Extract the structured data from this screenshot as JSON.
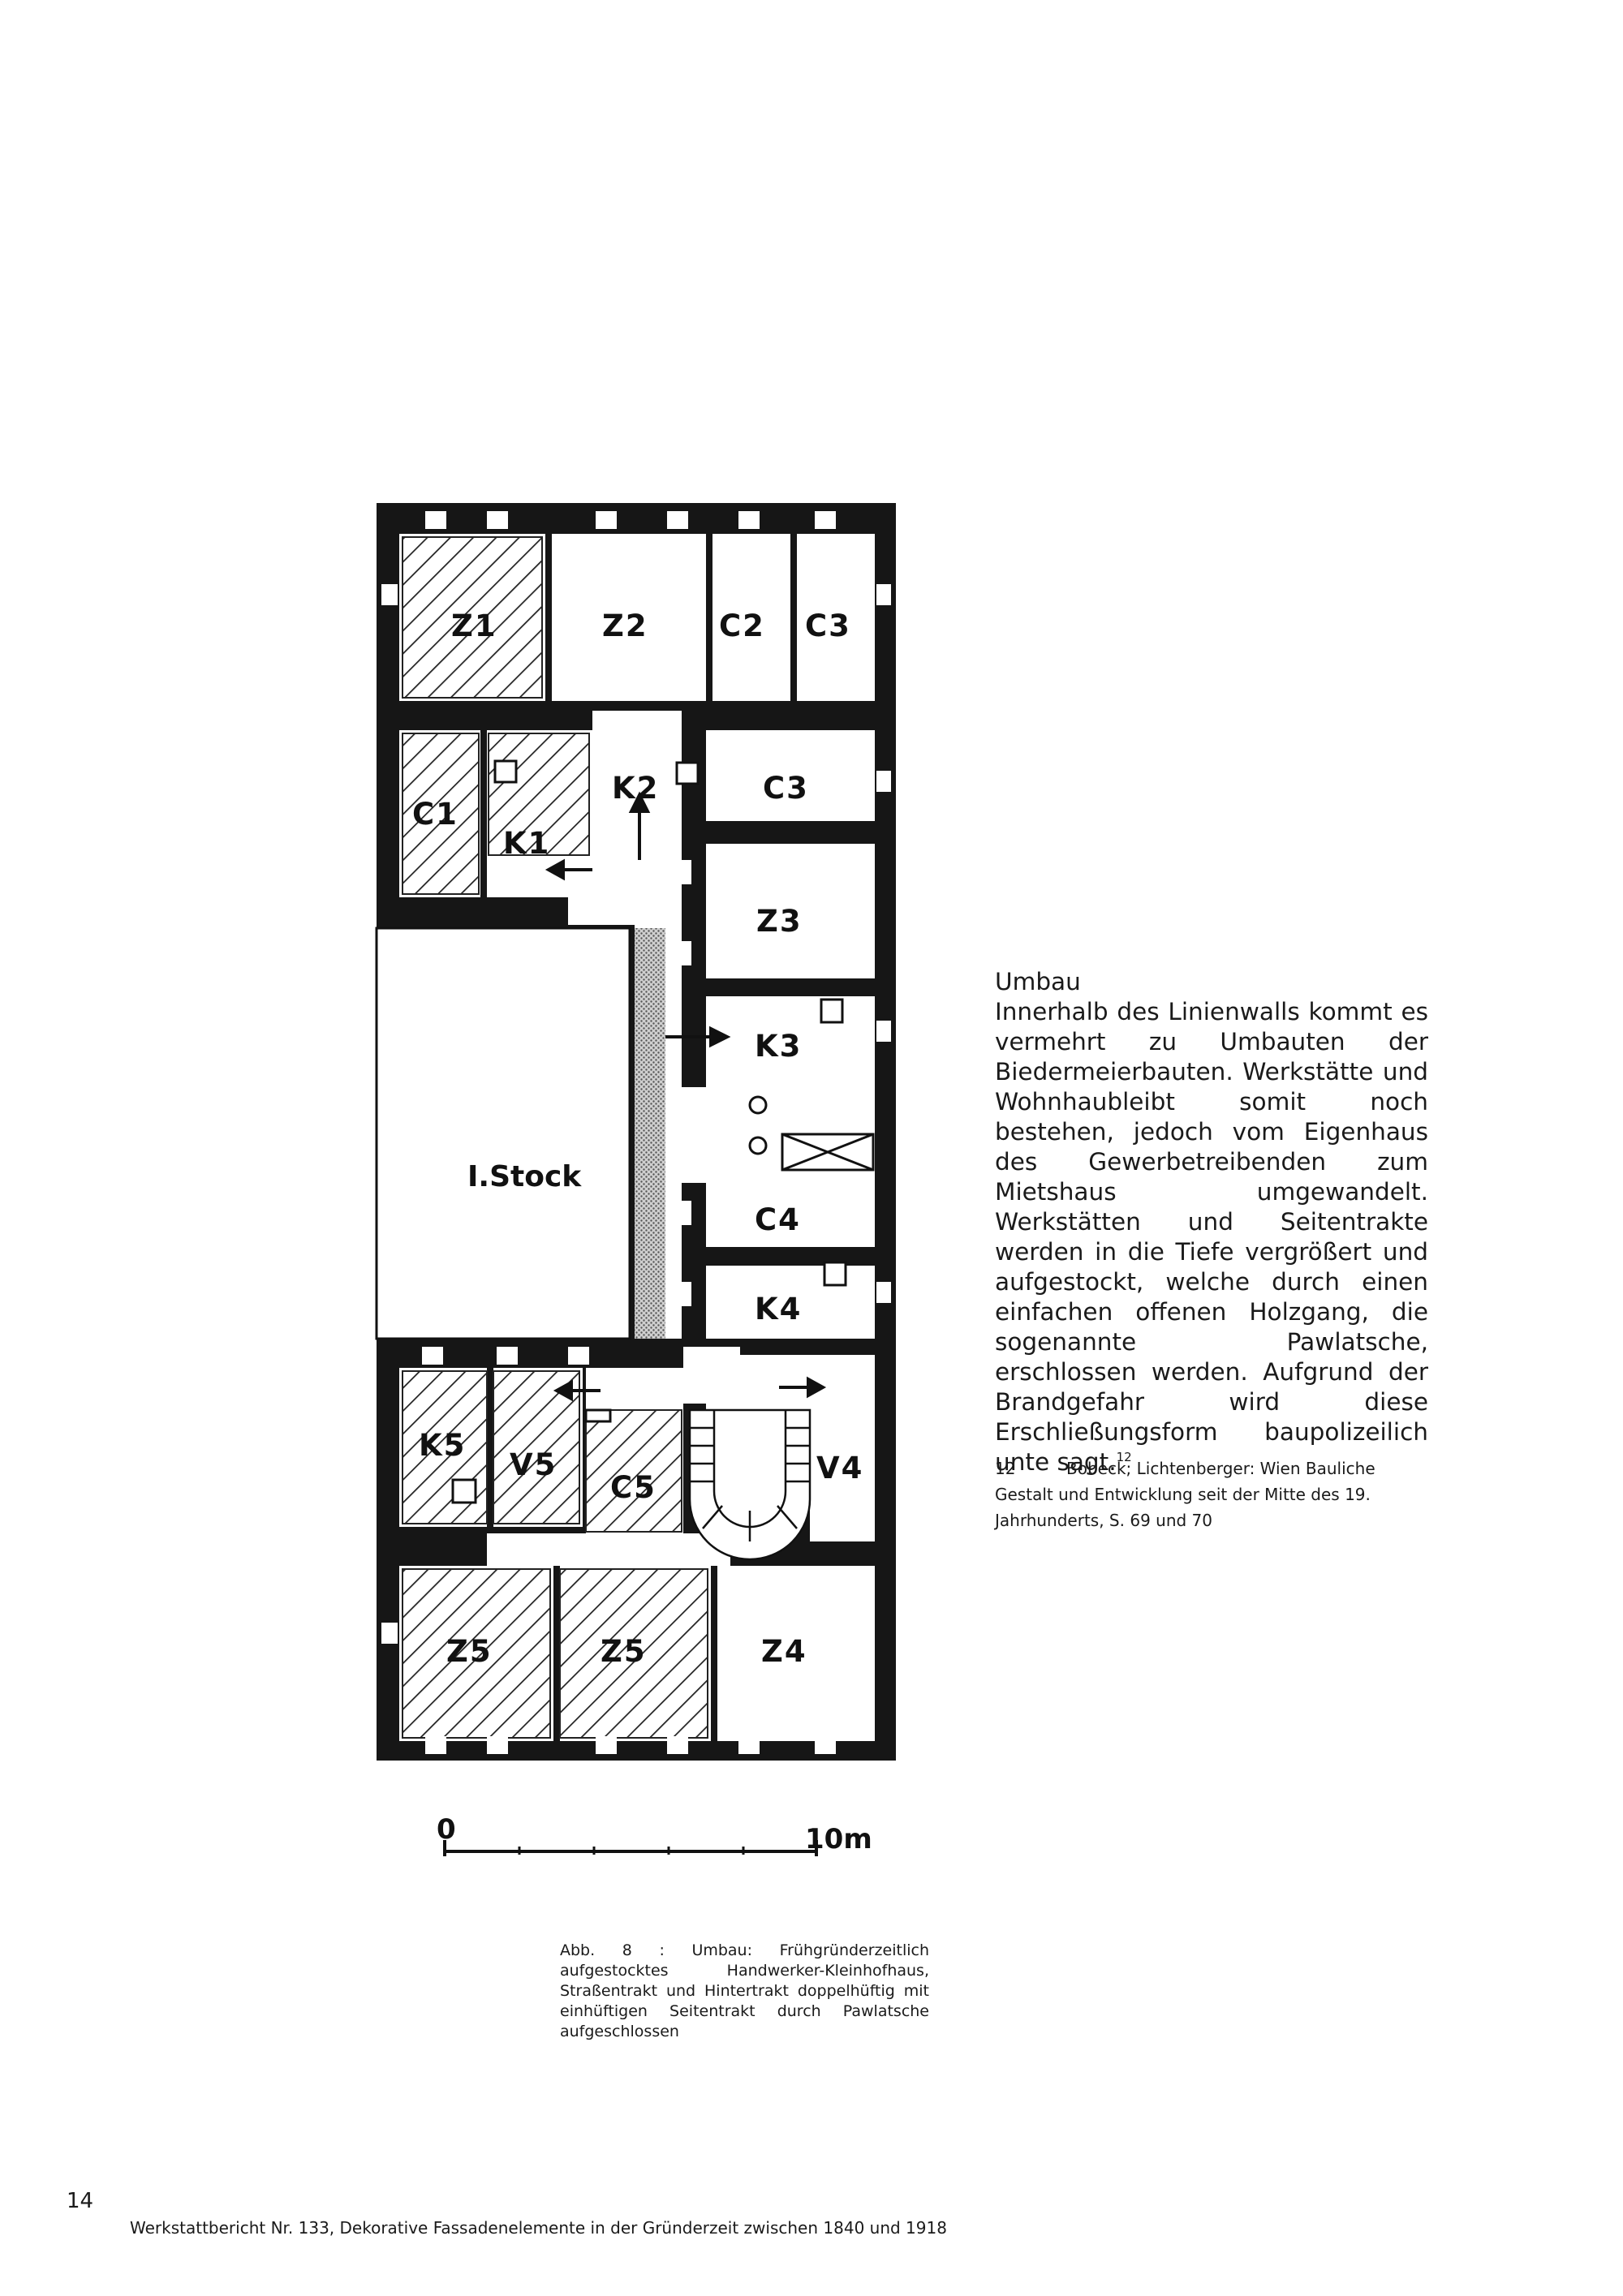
{
  "floor_plan": {
    "room_labels": [
      "Z1",
      "Z2",
      "C2",
      "C3",
      "C1",
      "K1",
      "K2",
      "C3",
      "Z3",
      "K3",
      "C4",
      "K4",
      "K5",
      "V5",
      "C5",
      "V4",
      "Z5",
      "Z5",
      "Z4"
    ],
    "courtyard_label": "I.Stock",
    "scale_start": "0",
    "scale_end": "10m"
  },
  "article": {
    "heading": "Umbau",
    "body": "Innerhalb des Linienwalls kommt es vermehrt zu Umbauten der Biedermeierbauten. Werkstätte und Wohnhaubleibt somit noch bestehen, jedoch vom Eigenhaus des Gewerbetreibenden zum Mietshaus umgewandelt. Werkstätten und Seitentrakte werden in die Tiefe vergrößert und aufgestockt, welche durch einen einfachen offenen Holzgang, die sogenannte Pawlatsche, erschlossen werden. Aufgrund der Brandgefahr wird diese Erschließungsform baupolizeilich unte sagt.",
    "footnote_ref": "12"
  },
  "footnote": {
    "number": "12",
    "text": "Bobeck; Lichtenberger: Wien Bauliche Gestalt und Entwicklung seit der Mitte des 19. Jahrhunderts, S. 69 und 70"
  },
  "caption": "Abb. 8 : Umbau: Frühgründerzeitlich aufgestocktes Handwerker-Kleinhofhaus, Straßentrakt und Hintertrakt doppelhüftig mit einhüftigen Seitentrakt durch Pawlatsche aufgeschlossen",
  "page_number": "14",
  "footer": "Werkstattbericht Nr. 133, Dekorative Fassadenelemente in der Gründerzeit zwischen 1840 und 1918"
}
